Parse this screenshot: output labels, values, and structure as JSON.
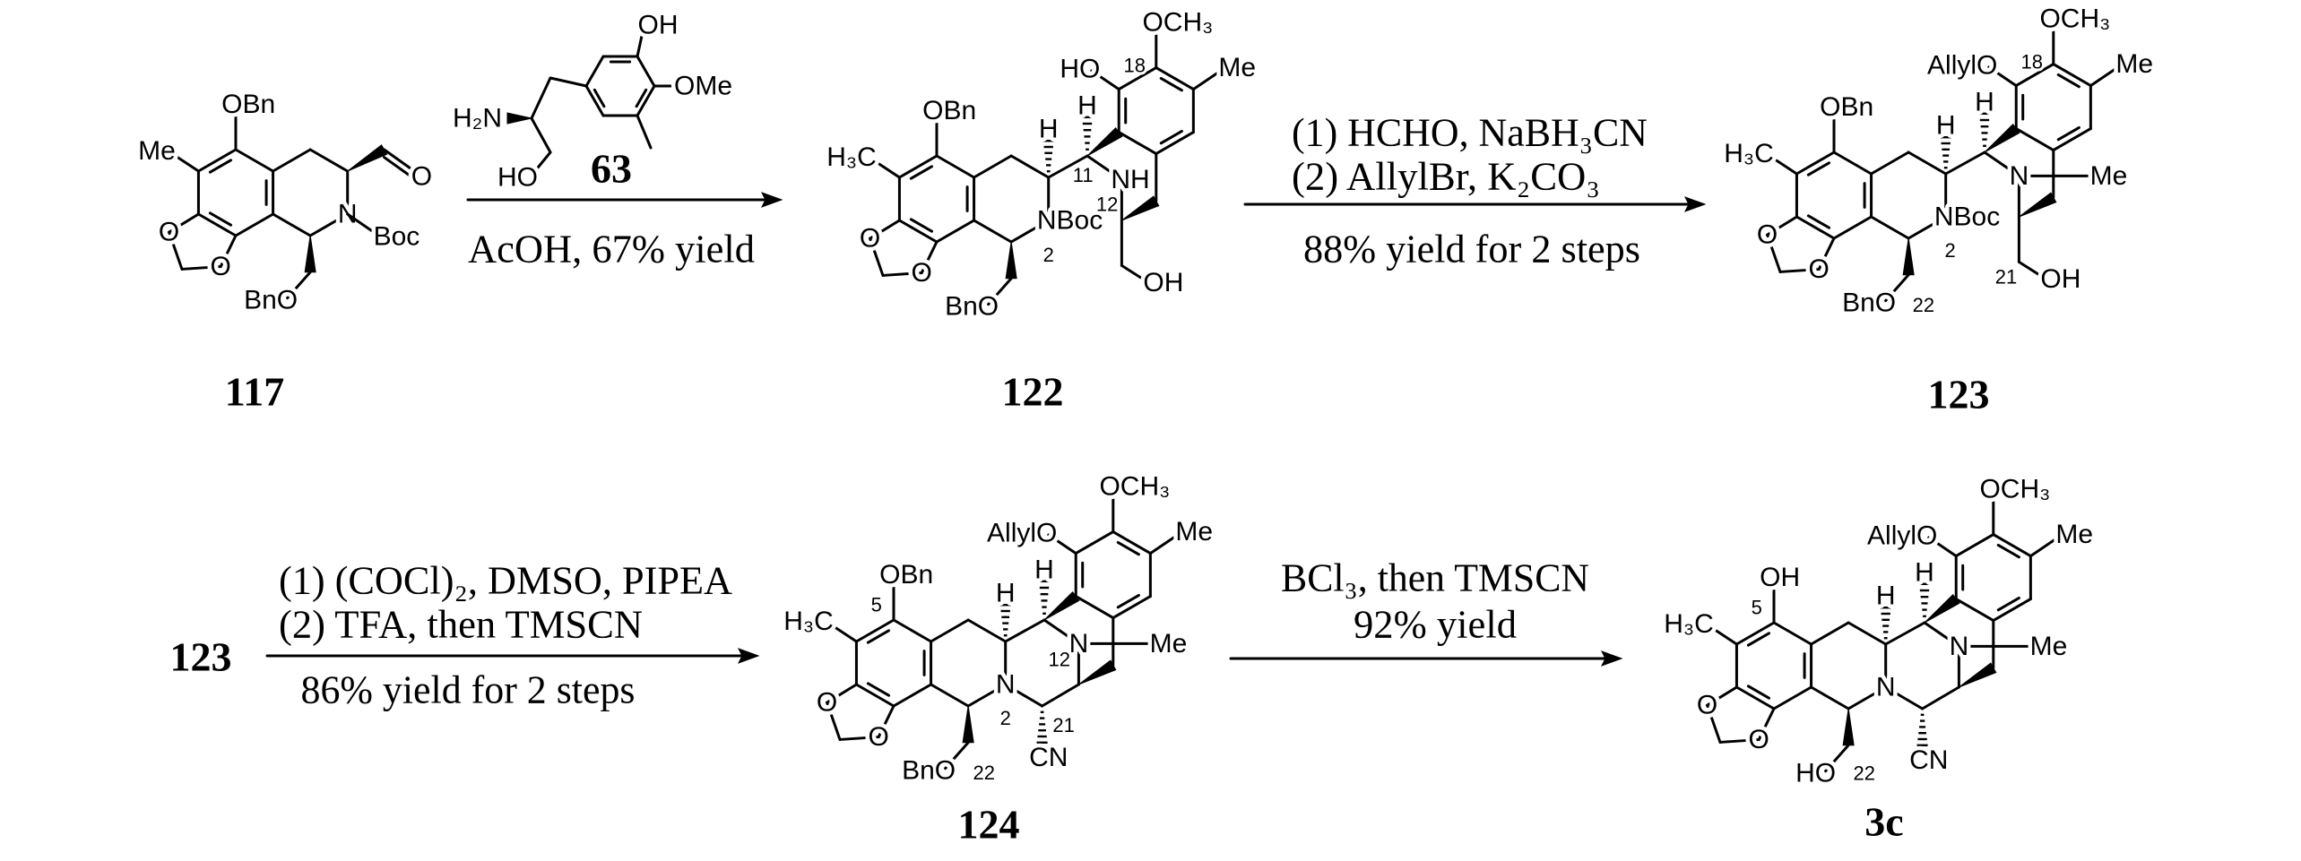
{
  "compounds": {
    "c117": {
      "label": "117",
      "atoms": {
        "top": "OBn",
        "left": "Me",
        "o1": "O",
        "o2": "O",
        "c1o": "BnO",
        "n": "N",
        "boc": "Boc",
        "cho_o": "O"
      }
    },
    "c63": {
      "label": "63",
      "atoms": {
        "oh": "OH",
        "ome": "OMe",
        "nh2": "H₂N",
        "ho": "HO"
      }
    },
    "c122": {
      "label": "122",
      "atoms": {
        "top": "OBn",
        "left": "H₃C",
        "o1": "O",
        "o2": "O",
        "c1o": "BnO",
        "n2": "NBoc",
        "h1": "H",
        "h2": "H",
        "ering_o": "HO",
        "ome": "OCH₃",
        "me": "Me",
        "n12": "NH",
        "oh": "OH"
      },
      "numbers": {
        "n18": "18",
        "n11": "11",
        "n12": "12",
        "n2": "2"
      }
    },
    "c123": {
      "label": "123",
      "atoms": {
        "top": "OBn",
        "left": "H₃C",
        "o1": "O",
        "o2": "O",
        "c1o": "BnO",
        "n2": "NBoc",
        "h1": "H",
        "h2": "H",
        "ering_o": "AllylO",
        "ome": "OCH₃",
        "me": "Me",
        "n12": "N",
        "nme": "Me",
        "oh": "OH"
      },
      "numbers": {
        "n18": "18",
        "n2": "2",
        "n21": "21",
        "n22": "22"
      }
    },
    "c124": {
      "label": "124",
      "atoms": {
        "top": "OBn",
        "left": "H₃C",
        "o1": "O",
        "o2": "O",
        "c1o": "BnO",
        "n2": "N",
        "h1": "H",
        "h2": "H",
        "ering_o": "AllylO",
        "ome": "OCH₃",
        "me": "Me",
        "n12": "N",
        "nme": "Me",
        "cn": "CN"
      },
      "numbers": {
        "n5": "5",
        "n12": "12",
        "n2": "2",
        "n21": "21",
        "n22": "22"
      }
    },
    "c3c": {
      "label": "3c",
      "atoms": {
        "top": "OH",
        "left": "H₃C",
        "o1": "O",
        "o2": "O",
        "c1o": "HO",
        "n2": "N",
        "h1": "H",
        "h2": "H",
        "ering_o": "AllylO",
        "ome": "OCH₃",
        "me": "Me",
        "n12": "N",
        "nme": "Me",
        "cn": "CN"
      },
      "numbers": {
        "n5": "5",
        "n22": "22"
      }
    }
  },
  "steps": [
    {
      "lines": [
        "AcOH, 67% yield"
      ]
    },
    {
      "lines": [
        "(1) HCHO, NaBH₃CN",
        "(2) AllylBr, K₂CO₃",
        "88% yield for 2 steps"
      ]
    },
    {
      "start_label": "123",
      "lines": [
        "(1) (COCl)₂, DMSO, PIPEA",
        "(2) TFA, then TMSCN",
        "86% yield for 2 steps"
      ]
    },
    {
      "lines": [
        "BCl₃, then TMSCN",
        "92% yield"
      ]
    }
  ]
}
